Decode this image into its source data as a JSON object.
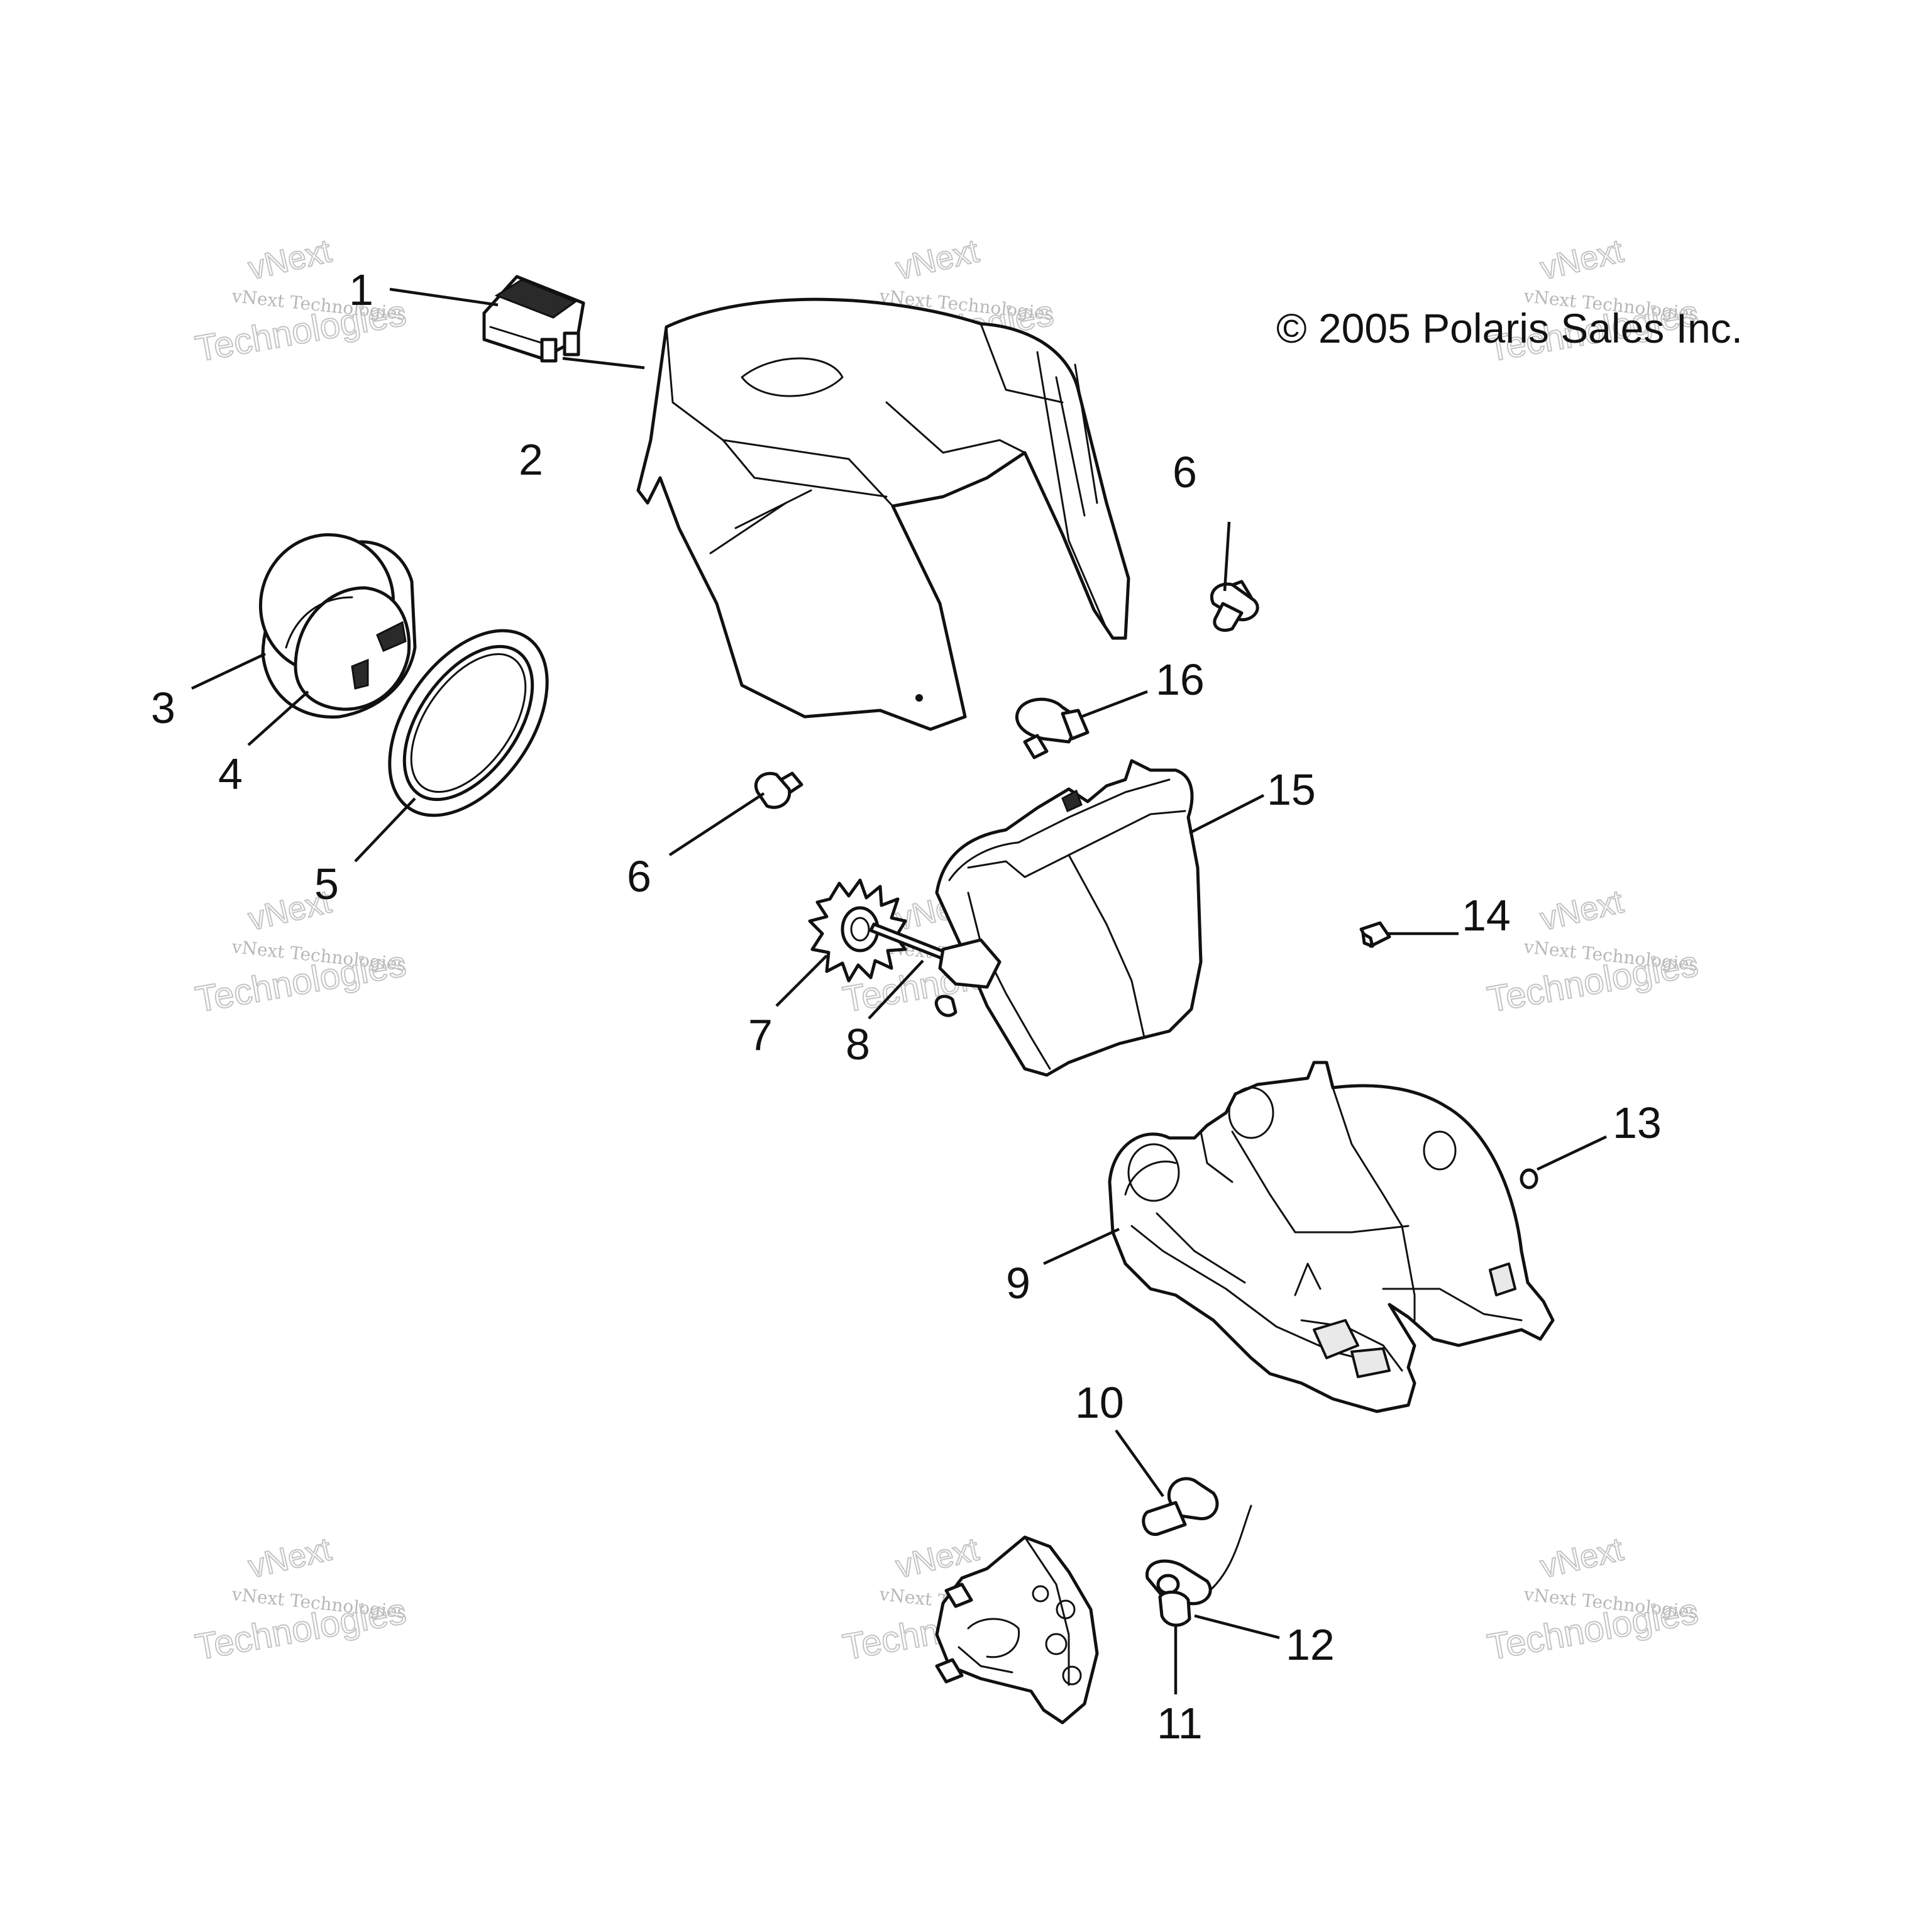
{
  "copyright": "© 2005 Polaris Sales Inc.",
  "callouts": {
    "c1": "1",
    "c2": "2",
    "c3": "3",
    "c4": "4",
    "c5": "5",
    "c6a": "6",
    "c6b": "6",
    "c7": "7",
    "c8": "8",
    "c9": "9",
    "c10": "10",
    "c11": "11",
    "c12": "12",
    "c13": "13",
    "c14": "14",
    "c15": "15",
    "c16": "16"
  },
  "watermark": {
    "brand": "vNext",
    "line": "vNext Technologies",
    "big": "Technologies"
  },
  "colors": {
    "ink": "#111111",
    "watermark": "#c4c4c4"
  }
}
